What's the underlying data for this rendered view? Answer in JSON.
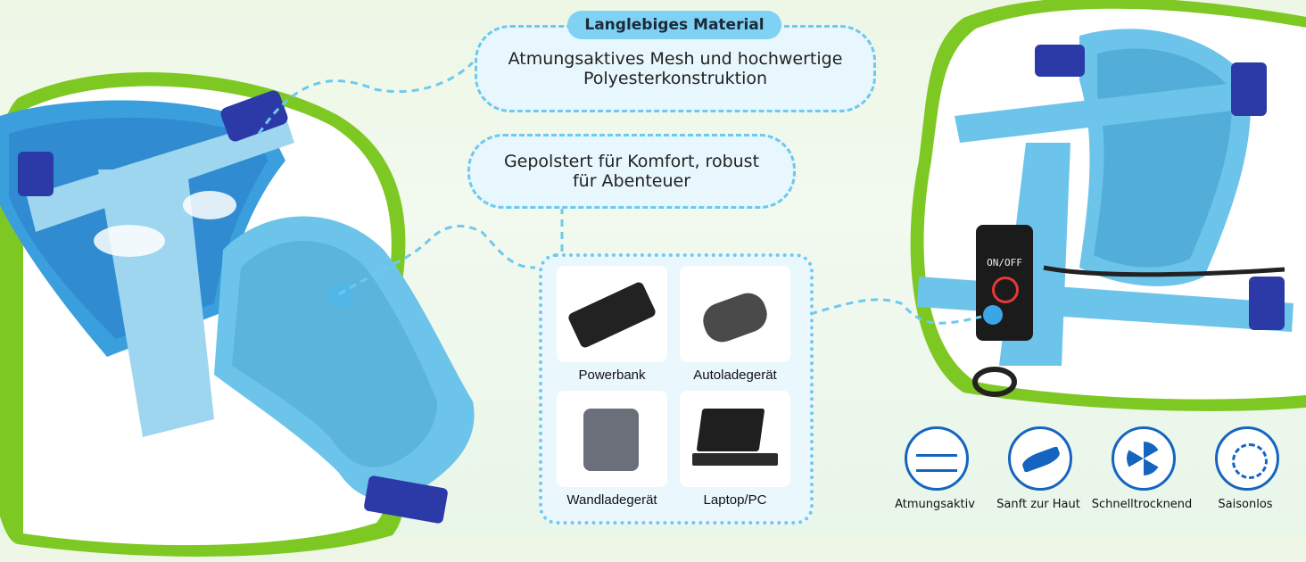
{
  "callouts": {
    "material_title": "Langlebiges Material",
    "material_text": "Atmungsaktives Mesh und hochwertige Polyesterkonstruktion",
    "padding_text": "Gepolstert für Komfort, robust für Abenteuer"
  },
  "devices": [
    {
      "label": "Powerbank",
      "icon": "powerbank-icon"
    },
    {
      "label": "Autoladegerät",
      "icon": "car-charger-icon"
    },
    {
      "label": "Wandladegerät",
      "icon": "wall-charger-icon"
    },
    {
      "label": "Laptop/PC",
      "icon": "laptop-icon"
    }
  ],
  "light_switch_label": "ON/OFF",
  "features": [
    {
      "label": "Atmungsaktiv",
      "icon": "breathable-icon"
    },
    {
      "label": "Sanft zur Haut",
      "icon": "feather-icon"
    },
    {
      "label": "Schnelltrocknend",
      "icon": "fan-icon"
    },
    {
      "label": "Saisonlos",
      "icon": "snow-sun-icon"
    }
  ],
  "colors": {
    "accent_green": "#7dc823",
    "harness_blue": "#6cc4ea",
    "buckle_navy": "#2c3aa8",
    "dash_blue": "#6ec9ee",
    "icon_blue": "#1565c0"
  }
}
